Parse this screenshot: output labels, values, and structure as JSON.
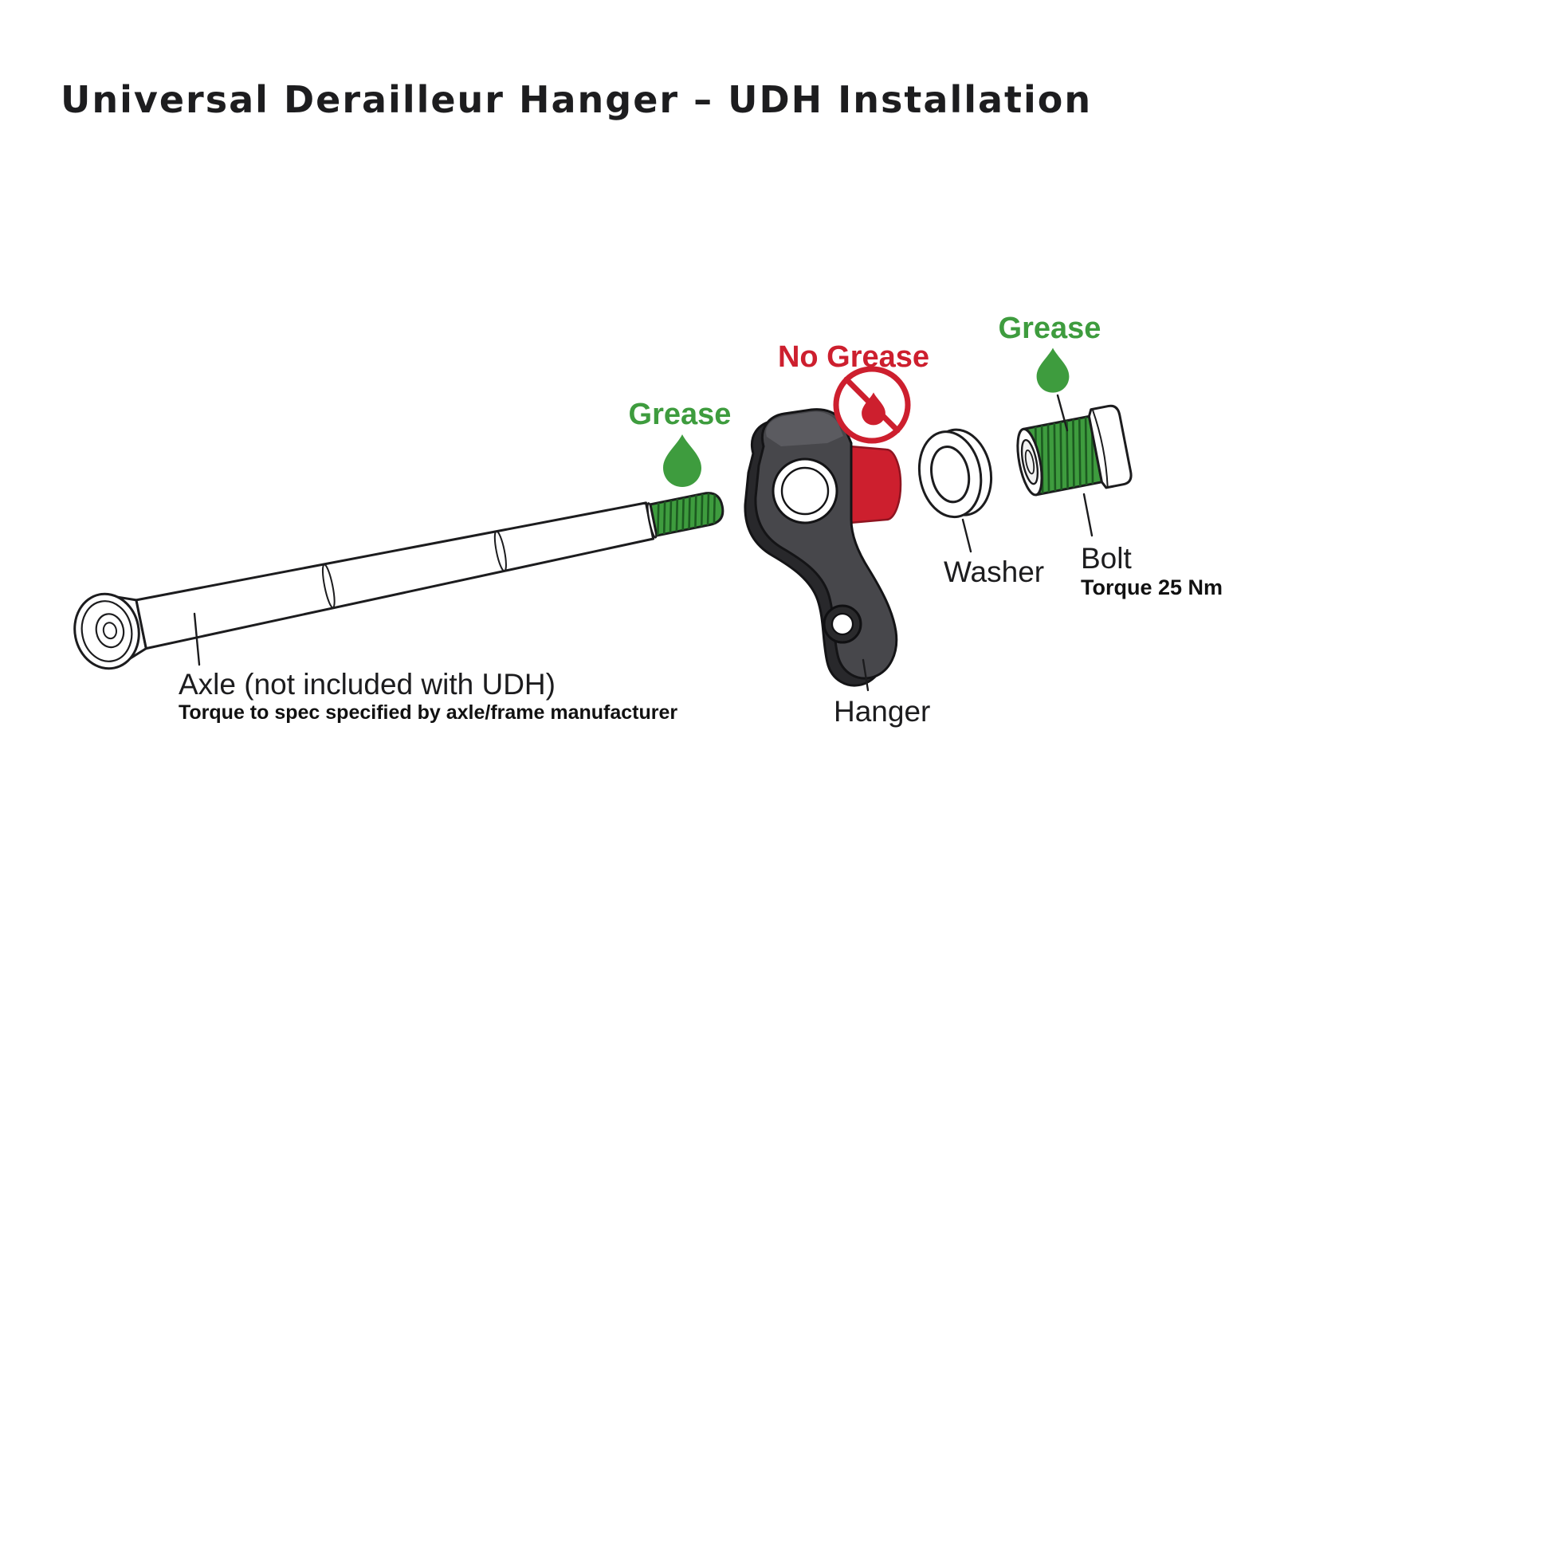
{
  "title": "Universal Derailleur Hanger – UDH Installation",
  "annotations": {
    "grease_axle": "Grease",
    "no_grease": "No Grease",
    "grease_bolt": "Grease"
  },
  "parts": {
    "axle_label": "Axle (not included with UDH)",
    "axle_note": "Torque to spec specified by axle/frame manufacturer",
    "hanger_label": "Hanger",
    "washer_label": "Washer",
    "bolt_label": "Bolt",
    "bolt_torque": "Torque 25 Nm"
  },
  "colors": {
    "green": "#3E9C3E",
    "green-dark": "#1C5A20",
    "red": "#CD1F2E",
    "red-dark": "#8F1420",
    "hanger": "#47474B",
    "hanger-dark": "#28282B",
    "hanger-light": "#5B5B60"
  }
}
